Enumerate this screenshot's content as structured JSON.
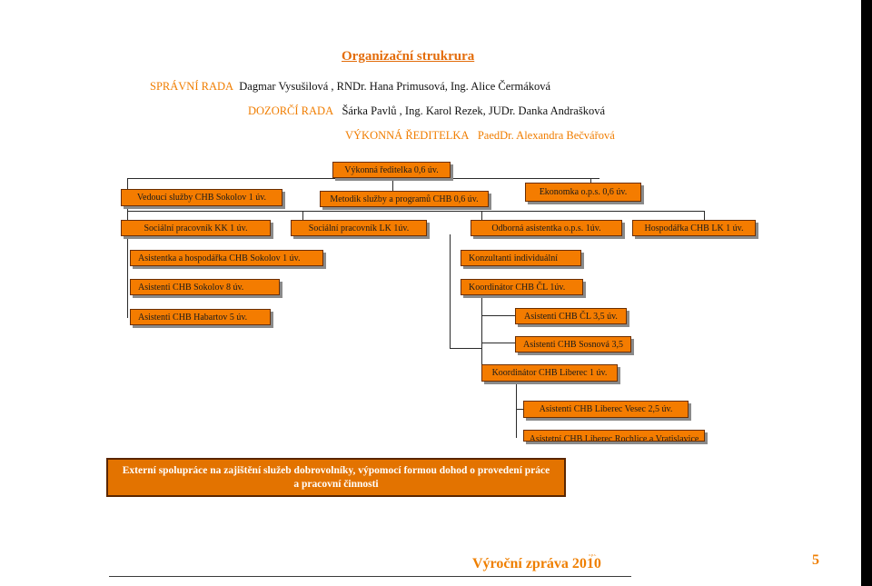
{
  "title": "Organizační strukrura",
  "board": {
    "spravni": {
      "label": "SPRÁVNÍ RADA",
      "names": "Dagmar Vysušilová , RNDr. Hana Primusová,  Ing. Alice Čermáková"
    },
    "dozorci": {
      "label": "DOZORČÍ RADA",
      "names": "Šárka Pavlů , Ing. Karol Rezek, JUDr. Danka Andrašková"
    },
    "vykonna": {
      "label": "VÝKONNÁ ŘEDITELKA",
      "names": "PaedDr. Alexandra Bečvářová"
    }
  },
  "boxes": {
    "reditelka": "Výkonná ředitelka 0,6 úv.",
    "vedouci": "Vedoucí služby CHB   Sokolov 1 úv.",
    "metodik": "Metodik služby a programů CHB 0,6 úv.",
    "ekonomka": "Ekonomka o.p.s. 0,6 úv.",
    "socKK": "Sociální pracovník KK   1 úv.",
    "socLK": "Sociální pracovník LK   1úv.",
    "odborna": "Odborná asistentka o.p.s.   1úv.",
    "hospLK": "Hospodářka CHB LK    1 úv.",
    "asistHosp": "Asistentka a hospodářka CHB Sokolov    1 úv.",
    "konzultanti": "Konzultanti    individuální",
    "asistSokolov": "Asistenti CHB Sokolov    8 úv.",
    "koordCL": "Koordinátor CHB ČL    1úv.",
    "asistHabartov": "Asistenti CHB Habartov    5 úv.",
    "asistCL": "Asistenti CHB ČL    3,5 úv.",
    "asistSosnova": "Asistenti CHB Sosnová    3,5",
    "koordLiberec": "Koordinátor CHB Liberec    1 úv.",
    "asistVesec": "Asistenti CHB Liberec Vesec    2,5 úv.",
    "asistRochlice": "Asistetní CHB Liberec Rochlice a Vratislavice"
  },
  "external": {
    "line1": "Externí spolupráce na zajištění služeb dobrovolníky, výpomocí formou dohod o provedení práce",
    "line2": "a pracovní činnosti"
  },
  "footer": {
    "title": "Výroční zpráva 2010",
    "tiny": "o.p.s.",
    "page": "5"
  },
  "colors": {
    "box": "#f47c00",
    "accent": "#ef7f00",
    "external": "#e37300"
  }
}
